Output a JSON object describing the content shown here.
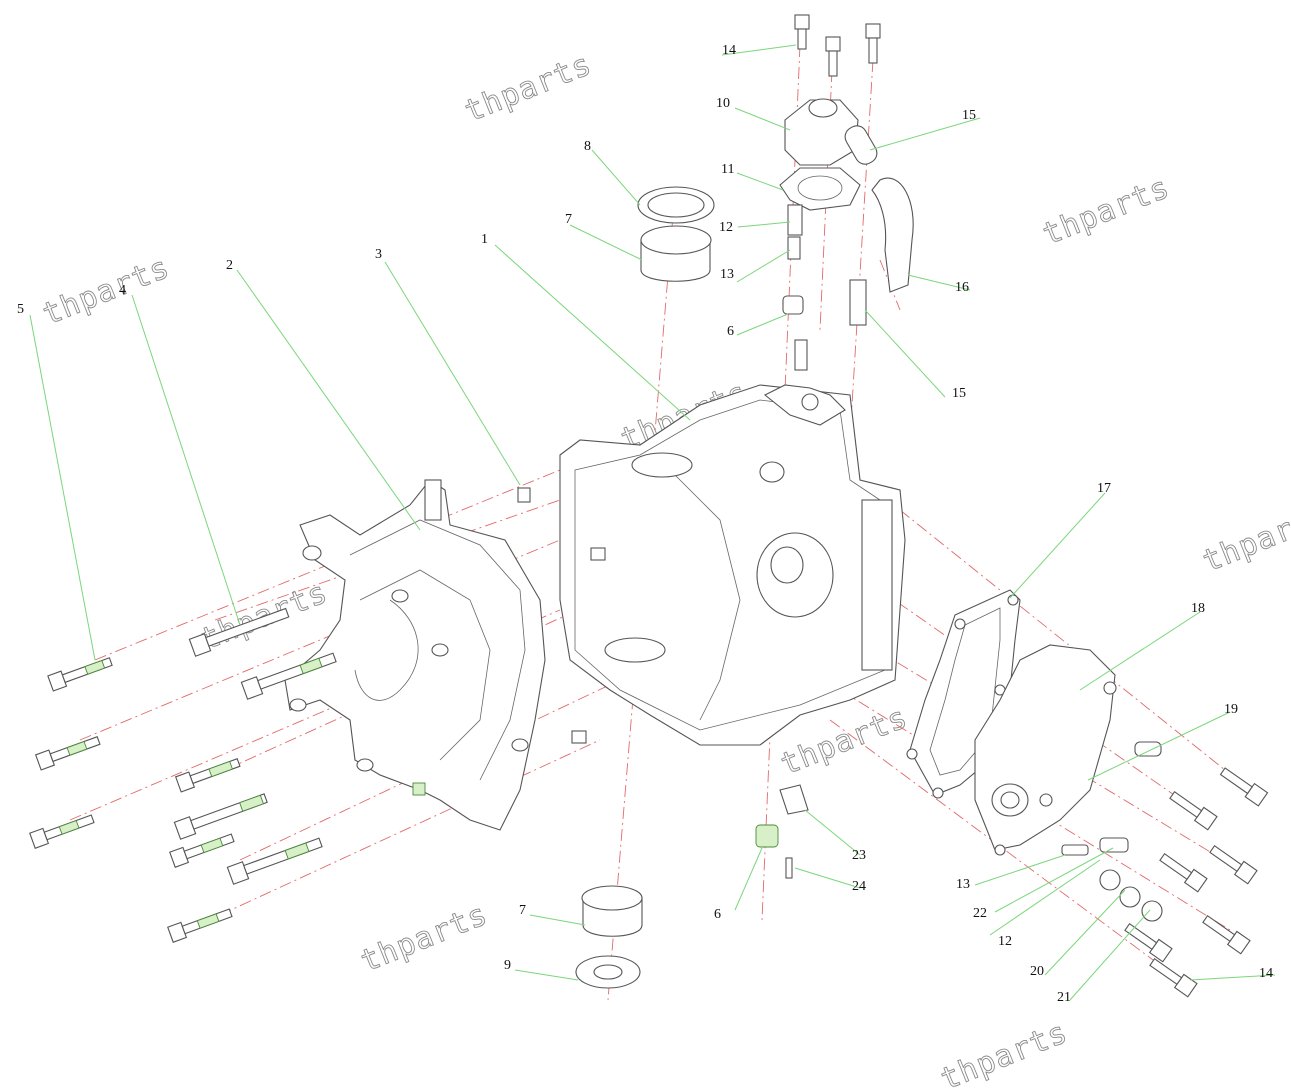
{
  "watermark": {
    "text": "thparts"
  },
  "callouts": [
    {
      "id": "c1",
      "label": "1"
    },
    {
      "id": "c2",
      "label": "2"
    },
    {
      "id": "c3",
      "label": "3"
    },
    {
      "id": "c4",
      "label": "4"
    },
    {
      "id": "c5",
      "label": "5"
    },
    {
      "id": "c6a",
      "label": "6"
    },
    {
      "id": "c6b",
      "label": "6"
    },
    {
      "id": "c7a",
      "label": "7"
    },
    {
      "id": "c7b",
      "label": "7"
    },
    {
      "id": "c8",
      "label": "8"
    },
    {
      "id": "c9",
      "label": "9"
    },
    {
      "id": "c10",
      "label": "10"
    },
    {
      "id": "c11",
      "label": "11"
    },
    {
      "id": "c12a",
      "label": "12"
    },
    {
      "id": "c12b",
      "label": "12"
    },
    {
      "id": "c13a",
      "label": "13"
    },
    {
      "id": "c13b",
      "label": "13"
    },
    {
      "id": "c14a",
      "label": "14"
    },
    {
      "id": "c14b",
      "label": "14"
    },
    {
      "id": "c15a",
      "label": "15"
    },
    {
      "id": "c15b",
      "label": "15"
    },
    {
      "id": "c16",
      "label": "16"
    },
    {
      "id": "c17",
      "label": "17"
    },
    {
      "id": "c18",
      "label": "18"
    },
    {
      "id": "c19",
      "label": "19"
    },
    {
      "id": "c20",
      "label": "20"
    },
    {
      "id": "c21",
      "label": "21"
    },
    {
      "id": "c22",
      "label": "22"
    },
    {
      "id": "c23",
      "label": "23"
    },
    {
      "id": "c24",
      "label": "24"
    }
  ]
}
